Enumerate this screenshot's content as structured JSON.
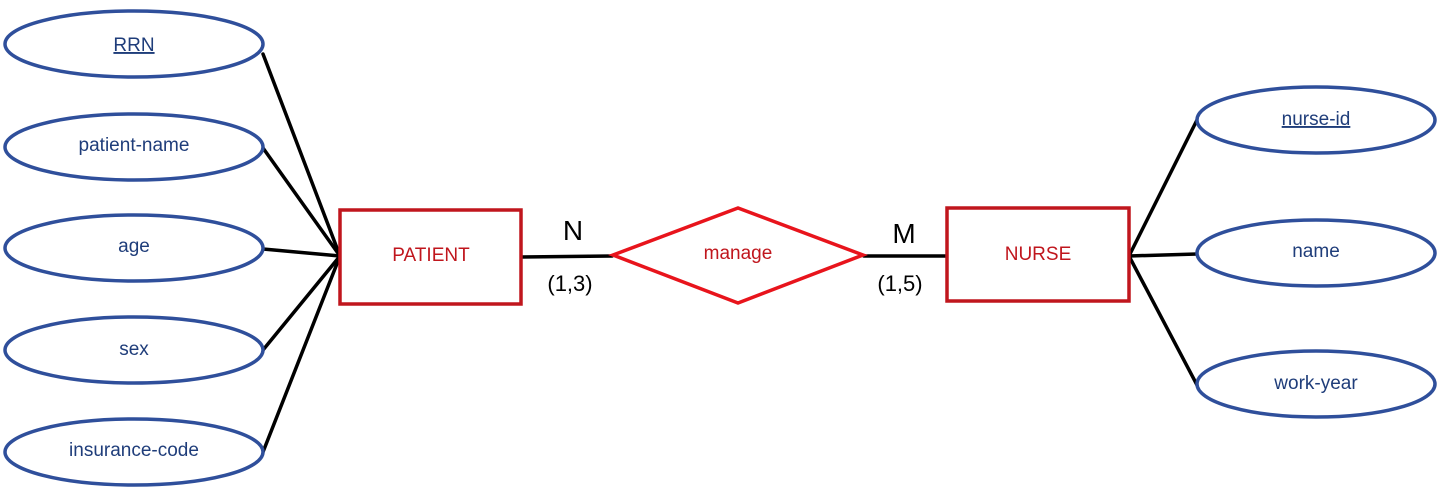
{
  "patient": {
    "label": "PATIENT",
    "attributes": [
      {
        "label": "RRN",
        "key": true
      },
      {
        "label": "patient-name",
        "key": false
      },
      {
        "label": "age",
        "key": false
      },
      {
        "label": "sex",
        "key": false
      },
      {
        "label": "insurance-code",
        "key": false
      }
    ]
  },
  "nurse": {
    "label": "NURSE",
    "attributes": [
      {
        "label": "nurse-id",
        "key": true
      },
      {
        "label": "name",
        "key": false
      },
      {
        "label": "work-year",
        "key": false
      }
    ]
  },
  "relationship": {
    "label": "manage",
    "left_cardinality": "N",
    "left_range": "(1,3)",
    "right_cardinality": "M",
    "right_range": "(1,5)"
  },
  "colors": {
    "attribute_stroke": "#2f4f9b",
    "attribute_text": "#1f3d7a",
    "entity_stroke": "#c0161d",
    "relationship_stroke": "#e8141c",
    "connector": "#000000"
  }
}
